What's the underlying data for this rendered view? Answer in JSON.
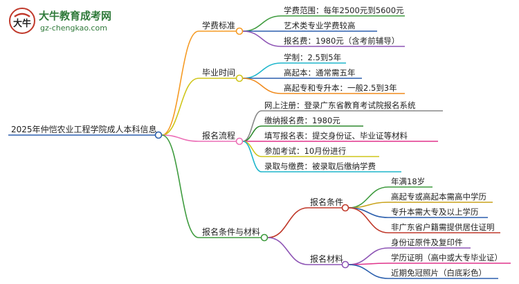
{
  "logo": {
    "title": "大牛教育成考网",
    "url": "gz-chengkao.com",
    "glyph": "大牛"
  },
  "colors": {
    "fee": "#f59a23",
    "graduation": "#cfc51a",
    "process": "#ec6fb6",
    "conditions": "#3e9b3e",
    "leaf_fee_1": "#3e9b3e",
    "leaf_fee_2": "#2b5fad",
    "leaf_fee_3": "#8e55b5",
    "leaf_grad_1": "#1eb6cc",
    "leaf_grad_2": "#2b5fad",
    "leaf_grad_3": "#f08a1c",
    "leaf_proc_1": "#888888",
    "leaf_proc_2": "#2e8a2e",
    "leaf_proc_3": "#e0348b",
    "leaf_proc_4": "#cfc51a",
    "leaf_proc_5": "#1eb6cc",
    "sub_cond": "#c0392b",
    "sub_mat": "#8e55b5",
    "leaf_cond_1": "#3e9b3e",
    "leaf_cond_2": "#c9a21a",
    "leaf_cond_3": "#2b5fad",
    "leaf_cond_4": "#c0392b",
    "leaf_mat_1": "#8e55b5",
    "leaf_mat_2": "#e0348b",
    "leaf_mat_3": "#2b5fad"
  },
  "mindmap": {
    "root": "2025年仲恺农业工程学院成人本科信息",
    "branches": [
      {
        "label": "学费标准",
        "leaves": [
          "学费范围：每年2500元到5600元",
          "艺术类专业学费较高",
          "报名费：1980元（含考前辅导）"
        ]
      },
      {
        "label": "毕业时间",
        "leaves": [
          "学制：2.5到5年",
          "高起本：通常需五年",
          "高起专和专升本：一般2.5到3年"
        ]
      },
      {
        "label": "报名流程",
        "leaves": [
          "网上注册：登录广东省教育考试院报名系统",
          "缴纳报名费：1980元",
          "填写报名表：提交身份证、毕业证等材料",
          "参加考试：10月份进行",
          "录取与缴费：被录取后缴纳学费"
        ]
      },
      {
        "label": "报名条件与材料",
        "subs": [
          {
            "label": "报名条件",
            "leaves": [
              "年满18岁",
              "高起专或高起本需高中学历",
              "专升本需大专及以上学历",
              "非广东省户籍需提供居住证明"
            ]
          },
          {
            "label": "报名材料",
            "leaves": [
              "身份证原件及复印件",
              "学历证明（高中或大专毕业证）",
              "近期免冠照片（白底彩色）"
            ]
          }
        ]
      }
    ]
  }
}
